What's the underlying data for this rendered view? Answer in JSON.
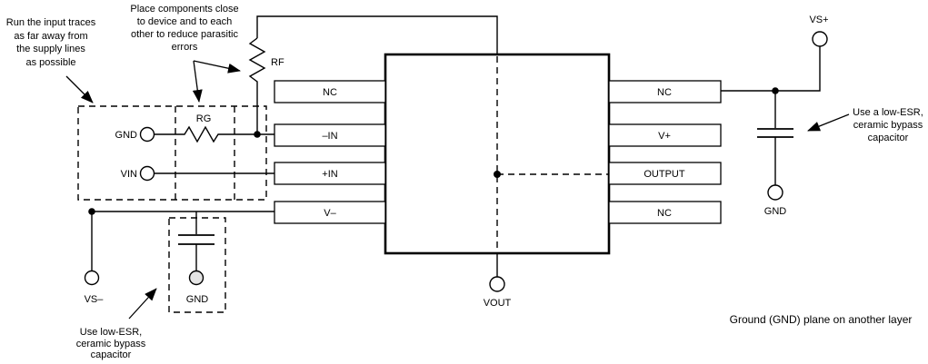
{
  "diagram": {
    "title_semantic": "Op-amp PCB layout guideline diagram",
    "colors": {
      "line": "#000000",
      "background": "#ffffff",
      "shaded_terminal": "#e4e4e4"
    },
    "components": {
      "rf_label": "RF",
      "rg_label": "RG"
    },
    "ic_pins": {
      "left": [
        "NC",
        "–IN",
        "+IN",
        "V–"
      ],
      "right": [
        "NC",
        "V+",
        "OUTPUT",
        "NC"
      ]
    },
    "terminals": {
      "gnd_input": "GND",
      "vin": "VIN",
      "vs_minus": "VS–",
      "gnd_bottom": "GND",
      "vout": "VOUT",
      "vs_plus": "VS+",
      "gnd_right": "GND"
    },
    "annotations": {
      "input_traces": {
        "lines": [
          "Run the input traces",
          "as far away from",
          "the supply lines",
          "as possible"
        ]
      },
      "place_components": {
        "lines": [
          "Place components close",
          "to device and to each",
          "other to reduce parasitic",
          "errors"
        ]
      },
      "bypass_left": {
        "lines": [
          "Use low-ESR,",
          "ceramic bypass",
          "capacitor"
        ]
      },
      "bypass_right": {
        "lines": [
          "Use a low-ESR,",
          "ceramic bypass",
          "capacitor"
        ]
      },
      "ground_plane": "Ground (GND) plane on another layer"
    }
  }
}
